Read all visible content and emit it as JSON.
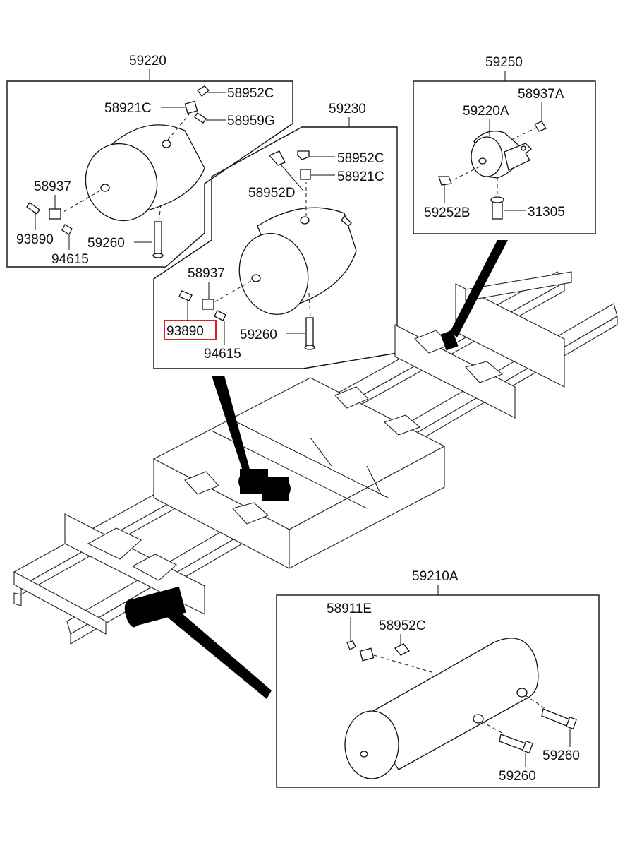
{
  "groups": {
    "g59220": {
      "title": "59220",
      "parts": [
        "58921C",
        "58952C",
        "58959G",
        "58937",
        "93890",
        "94615",
        "59260"
      ]
    },
    "g59230": {
      "title": "59230",
      "parts": [
        "58952C",
        "58921C",
        "58952D",
        "58937",
        "93890",
        "94615",
        "59260"
      ]
    },
    "g59250": {
      "title": "59250",
      "parts": [
        "58937A",
        "59220A",
        "59252B",
        "31305"
      ]
    },
    "g59210A": {
      "title": "59210A",
      "parts": [
        "58911E",
        "58952C",
        "59260",
        "59260"
      ]
    }
  },
  "highlight": {
    "part": "93890",
    "color": "#e0201b"
  }
}
